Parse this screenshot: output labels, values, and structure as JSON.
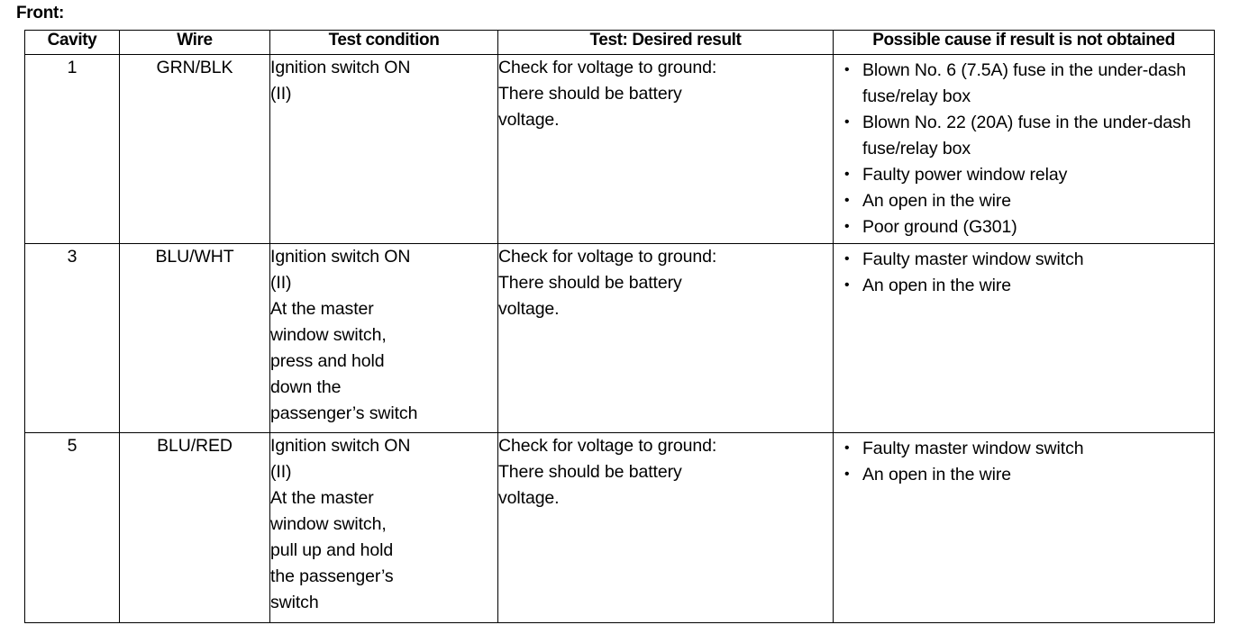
{
  "document": {
    "section_label": "Front:",
    "table": {
      "headers": [
        "Cavity",
        "Wire",
        "Test condition",
        "Test: Desired result",
        "Possible cause if result is not obtained"
      ],
      "rows": [
        {
          "cavity": "1",
          "wire": "GRN/BLK",
          "test_condition": "Ignition switch ON (II)",
          "test_condition_lines": [
            "Ignition switch ON",
            "(II)"
          ],
          "desired_result": "Check for voltage to ground: There should be battery voltage.",
          "desired_result_lines": [
            "Check for voltage to ground:",
            "There should be battery",
            "voltage."
          ],
          "possible_causes": [
            "Blown No. 6 (7.5A) fuse in the under-dash fuse/relay box",
            "Blown No. 22 (20A) fuse in the under-dash fuse/relay box",
            "Faulty power window relay",
            "An open in the wire",
            "Poor ground (G301)"
          ]
        },
        {
          "cavity": "3",
          "wire": "BLU/WHT",
          "test_condition": "Ignition switch ON (II) At the master window switch, press and hold down the passenger's switch",
          "test_condition_lines": [
            "Ignition switch ON",
            "(II)",
            "At the master",
            "window switch,",
            "press and hold",
            "down the",
            "passenger’s switch"
          ],
          "desired_result": "Check for voltage to ground: There should be battery voltage.",
          "desired_result_lines": [
            "Check for voltage to ground:",
            "There should be battery",
            "voltage."
          ],
          "possible_causes": [
            "Faulty master window switch",
            "An open in the wire"
          ]
        },
        {
          "cavity": "5",
          "wire": "BLU/RED",
          "test_condition": "Ignition switch ON (II) At the master window switch, pull up and hold the passenger's switch",
          "test_condition_lines": [
            "Ignition switch ON",
            "(II)",
            "At the master",
            "window switch,",
            "pull up and hold",
            "the passenger’s",
            "switch"
          ],
          "desired_result": "Check for voltage to ground: There should be battery voltage.",
          "desired_result_lines": [
            "Check for voltage to ground:",
            "There should be battery",
            "voltage."
          ],
          "possible_causes": [
            "Faulty master window switch",
            "An open in the wire"
          ]
        }
      ]
    }
  }
}
